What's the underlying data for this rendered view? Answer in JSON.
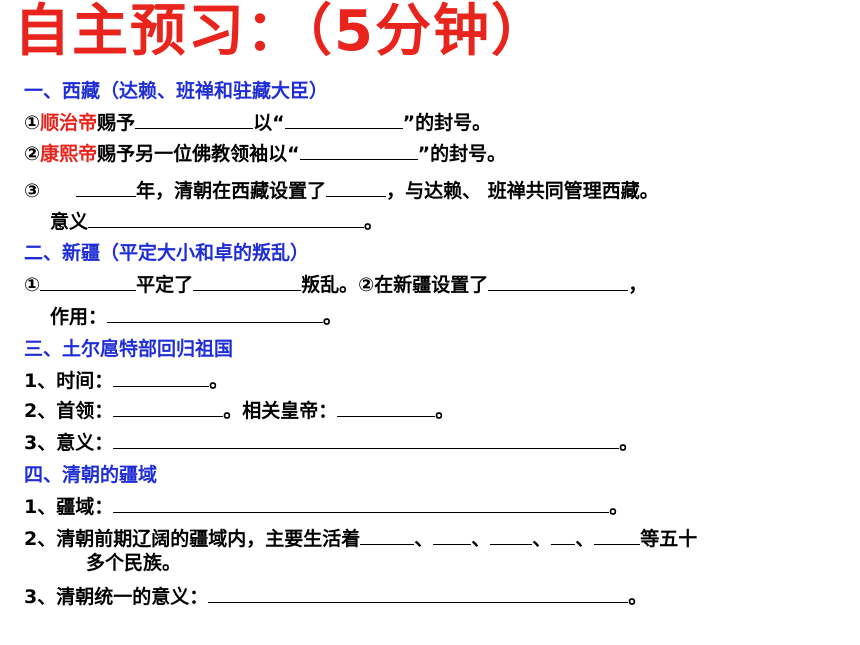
{
  "title": "自主预习：（5分钟）",
  "s1": {
    "heading": "一、西藏（达赖、班禅和驻藏大臣）",
    "l1": {
      "num": "①",
      "emperor": "顺治帝",
      "t1": "赐予",
      "t2": "以“",
      "t3": "”的封号。"
    },
    "l2": {
      "num": "②",
      "emperor": "康熙帝",
      "t1": "赐予另一位佛教领袖以“",
      "t2": "”的封号。"
    },
    "l3": {
      "num": "③",
      "t1": "年，清朝在西藏设置了",
      "t2": "，与达赖、 班禅共同管理西藏。"
    },
    "l4": {
      "t1": "意义",
      "t2": "。"
    }
  },
  "s2": {
    "heading": "二、新疆（平定大小和卓的叛乱）",
    "l1": {
      "num": "①",
      "t1": "平定了",
      "t2": "叛乱。②在新疆设置了",
      "t3": "，"
    },
    "l2": {
      "t1": "作用：",
      "t2": "。"
    }
  },
  "s3": {
    "heading": "三、土尔扈特部回归祖国",
    "l1": {
      "t1": "1、时间：",
      "t2": "。"
    },
    "l2": {
      "t1": "2、首领：",
      "t2": "。相关皇帝：",
      "t3": "。"
    },
    "l3": {
      "t1": "3、意义：",
      "t2": "。"
    }
  },
  "s4": {
    "heading": "四、清朝的疆域",
    "l1": {
      "t1": "1、疆域：",
      "t2": "。"
    },
    "l2": {
      "t1": "2、清朝前期辽阔的疆域内，主要生活着",
      "sep": "、",
      "t2": "等五十"
    },
    "l2b": "多个民族。",
    "l3": {
      "t1": "3、清朝统一的意义：",
      "t2": "。"
    }
  }
}
